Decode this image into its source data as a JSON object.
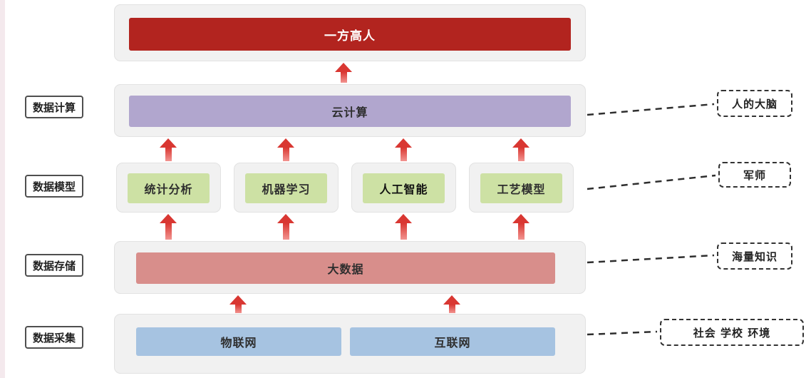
{
  "diagram": {
    "top": {
      "label": "一方高人",
      "bg": "#b2241f",
      "text_color": "#ffffff"
    },
    "rows": [
      {
        "left_label": "数据计算",
        "callout": "人的大脑",
        "boxes": [
          {
            "label": "云计算",
            "bg": "#b1a6ce"
          }
        ]
      },
      {
        "left_label": "数据模型",
        "callout": "军师",
        "boxes": [
          {
            "label": "统计分析",
            "bg": "#cde1a4"
          },
          {
            "label": "机器学习",
            "bg": "#cde1a4"
          },
          {
            "label": "人工智能",
            "bg": "#cde1a4"
          },
          {
            "label": "工艺模型",
            "bg": "#cde1a4"
          }
        ]
      },
      {
        "left_label": "数据存储",
        "callout": "海量知识",
        "boxes": [
          {
            "label": "大数据",
            "bg": "#d88e8b"
          }
        ]
      },
      {
        "left_label": "数据采集",
        "callout": "社会 学校 环境",
        "boxes": [
          {
            "label": "物联网",
            "bg": "#a6c3e1"
          },
          {
            "label": "互联网",
            "bg": "#a6c3e1"
          }
        ]
      }
    ],
    "colors": {
      "arrow": "#d93732",
      "container_bg": "#f1f1f1",
      "callout_border": "#333333"
    }
  }
}
